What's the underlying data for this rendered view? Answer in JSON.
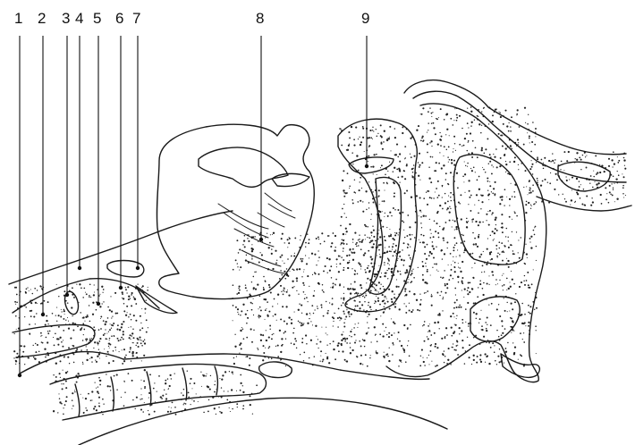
{
  "labels": [
    {
      "id": "1",
      "text": "1"
    },
    {
      "id": "2",
      "text": "2"
    },
    {
      "id": "3",
      "text": "3"
    },
    {
      "id": "4",
      "text": "4"
    },
    {
      "id": "5",
      "text": "5"
    },
    {
      "id": "6",
      "text": "6"
    },
    {
      "id": "7",
      "text": "7"
    },
    {
      "id": "8",
      "text": "8"
    },
    {
      "id": "9",
      "text": "9"
    }
  ],
  "colors": {
    "ink": "#1a1a1a",
    "background": "#ffffff"
  }
}
